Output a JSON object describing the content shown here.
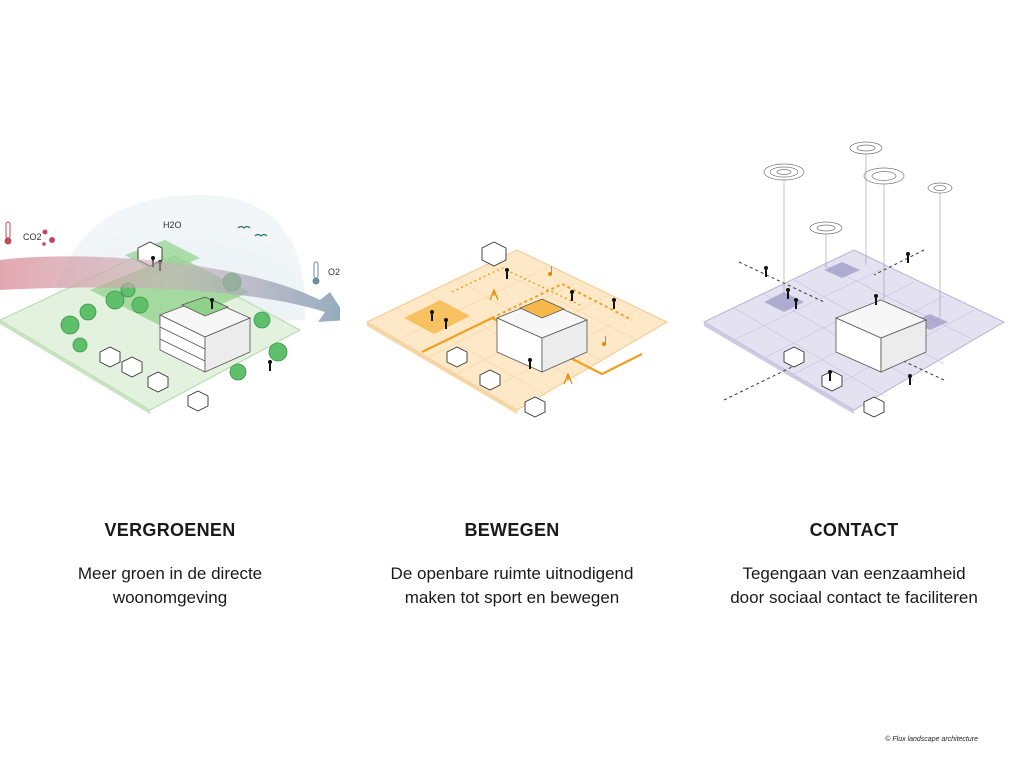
{
  "panels": [
    {
      "heading": "VERGROENEN",
      "line1": "Meer groen in de directe",
      "line2": "woonomgeving",
      "labels": {
        "co2": "CO2",
        "h2o": "H2O",
        "o2": "O2"
      }
    },
    {
      "heading": "BEWEGEN",
      "line1": "De openbare ruimte uitnodigend",
      "line2": "maken tot sport en bewegen"
    },
    {
      "heading": "CONTACT",
      "line1": "Tegengaan van eenzaamheid",
      "line2": "door sociaal contact te faciliteren"
    }
  ],
  "credit": "© Flux landscape architecture",
  "colors": {
    "green": "#7cc97a",
    "green_light": "#d9efd3",
    "orange": "#f0a020",
    "orange_light": "#fde9c8",
    "purple": "#9b95c3",
    "purple_light": "#e4e1f0",
    "arrow_red": "#d9a0a8",
    "arrow_blue": "#8fa8b8"
  }
}
